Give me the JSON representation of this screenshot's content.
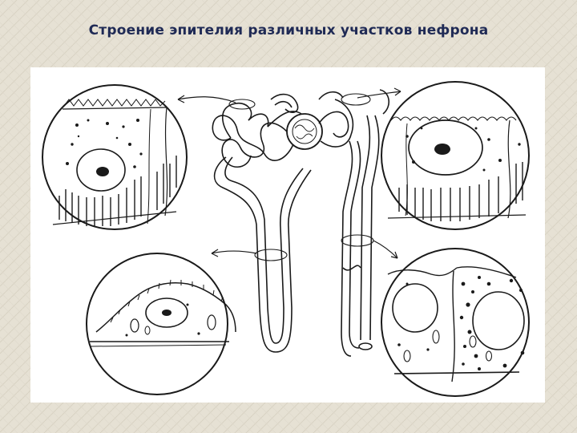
{
  "slide": {
    "title": "Строение эпителия различных участков нефрона"
  },
  "colors": {
    "background": "#e6e1d4",
    "title": "#1f2a55",
    "ink": "#1a1a1a",
    "figure_bg": "#ffffff"
  },
  "icons": {
    "nephron": "nephron-tubule-drawing",
    "cells": [
      "proximal-tubule-cells",
      "distal-tubule-cells",
      "loop-thin-segment-cell",
      "collecting-duct-cells"
    ]
  }
}
